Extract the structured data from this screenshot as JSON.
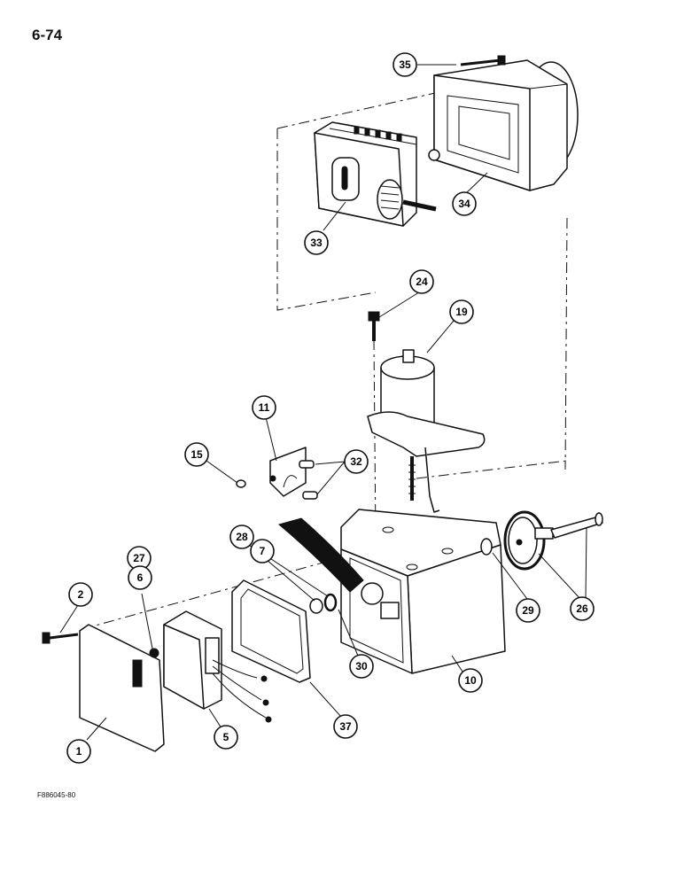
{
  "page": {
    "number": "6-74",
    "figure_code": "F886045-80"
  },
  "callouts": [
    "35",
    "34",
    "33",
    "24",
    "19",
    "11",
    "15",
    "32",
    "28",
    "7",
    "27",
    "6",
    "2",
    "1",
    "5",
    "37",
    "30",
    "10",
    "29",
    "26"
  ]
}
